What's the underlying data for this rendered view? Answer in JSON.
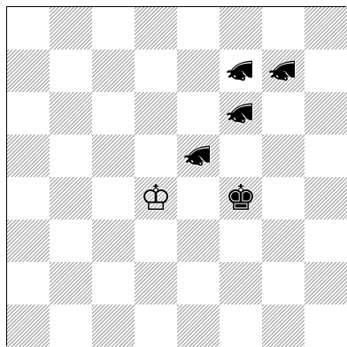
{
  "board": {
    "orientation": "white-bottom",
    "files": [
      "a",
      "b",
      "c",
      "d",
      "e",
      "f",
      "g",
      "h"
    ],
    "ranks": [
      8,
      7,
      6,
      5,
      4,
      3,
      2,
      1
    ],
    "light_color": "#ffffff",
    "dark_color": "#9a9a9a",
    "pieces": [
      {
        "square": "f7",
        "type": "knight",
        "color": "black",
        "glyph": "♞",
        "rotated": true
      },
      {
        "square": "g7",
        "type": "knight",
        "color": "black",
        "glyph": "♞",
        "rotated": true
      },
      {
        "square": "f6",
        "type": "knight",
        "color": "black",
        "glyph": "♞",
        "rotated": true
      },
      {
        "square": "e5",
        "type": "knight",
        "color": "black",
        "glyph": "♞",
        "rotated": true
      },
      {
        "square": "d4",
        "type": "king",
        "color": "white",
        "glyph": "♔",
        "rotated": false
      },
      {
        "square": "f4",
        "type": "king",
        "color": "black",
        "glyph": "♚",
        "rotated": false
      }
    ]
  }
}
